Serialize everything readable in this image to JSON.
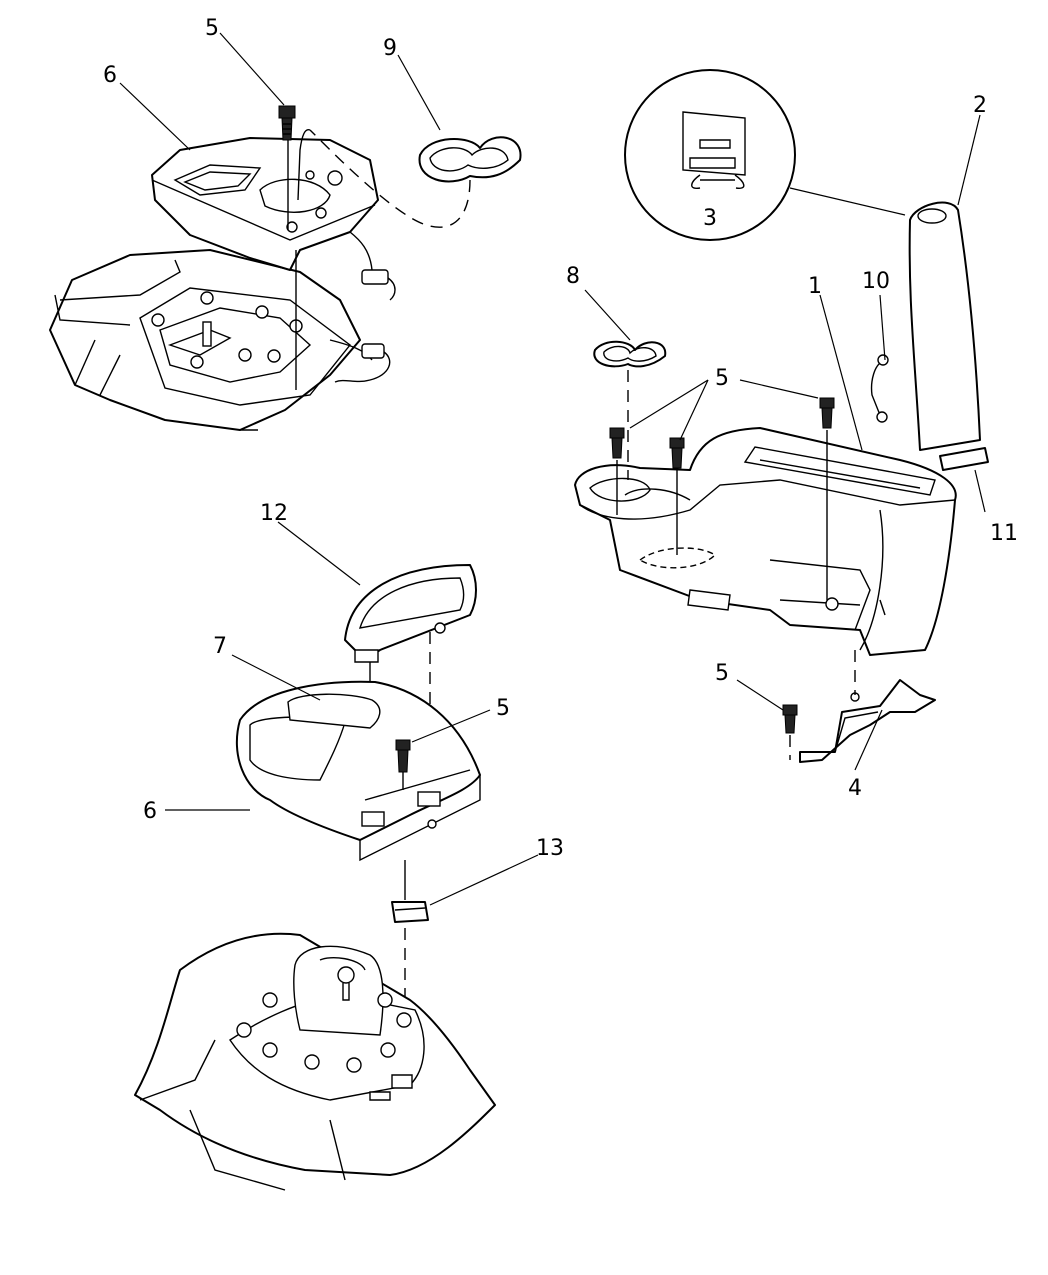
{
  "callouts": {
    "c1": "1",
    "c2": "2",
    "c3": "3",
    "c4": "4",
    "c5_top": "5",
    "c5_right_group": "5",
    "c5_mid": "5",
    "c5_bracket": "5",
    "c6_top": "6",
    "c6_mid": "6",
    "c7": "7",
    "c8": "8",
    "c9": "9",
    "c10": "10",
    "c11": "11",
    "c12": "12",
    "c13": "13"
  }
}
